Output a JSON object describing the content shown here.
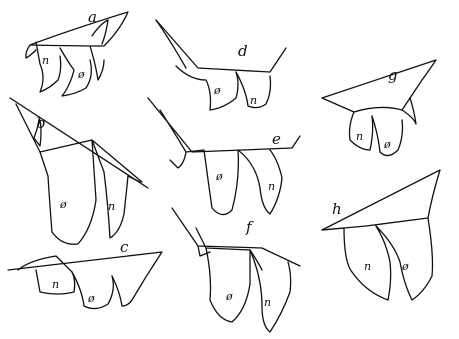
{
  "figures": [
    {
      "id": "a",
      "label": "a",
      "marks": [
        "n",
        "ø"
      ]
    },
    {
      "id": "b",
      "label": "b",
      "marks": [
        "ø",
        "n"
      ]
    },
    {
      "id": "c",
      "label": "c",
      "marks": [
        "n",
        "ø"
      ]
    },
    {
      "id": "d",
      "label": "d",
      "marks": [
        "ø",
        "n"
      ]
    },
    {
      "id": "e",
      "label": "e",
      "marks": [
        "ø",
        "n"
      ]
    },
    {
      "id": "f",
      "label": "f",
      "marks": [
        "ø",
        "n"
      ]
    },
    {
      "id": "g",
      "label": "g",
      "marks": [
        "n",
        "ø"
      ]
    },
    {
      "id": "h",
      "label": "h",
      "marks": [
        "n",
        "ø"
      ]
    }
  ]
}
